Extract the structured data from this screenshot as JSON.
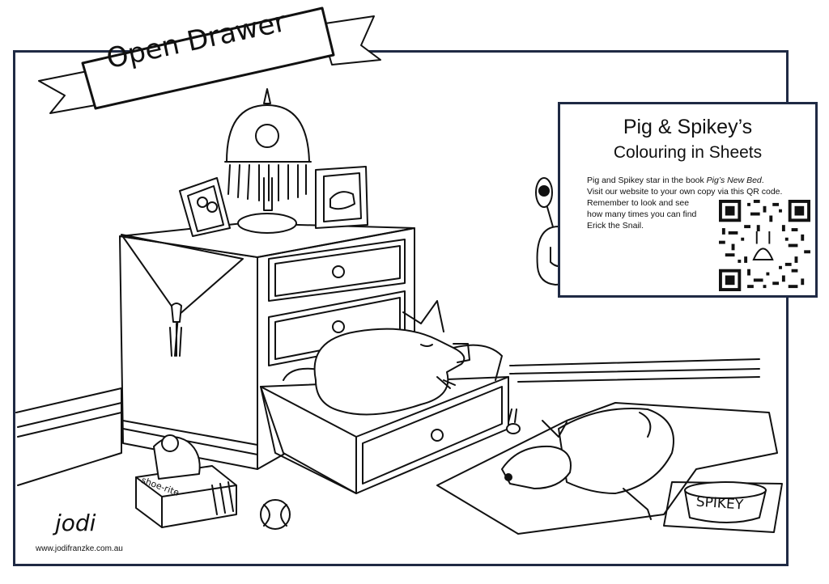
{
  "banner": {
    "title": "Open Drawer"
  },
  "info_box": {
    "title_line1": "Pig & Spikey’s",
    "title_line2": "Colouring in Sheets",
    "body_line1_a": "Pig and Spikey star in the book ",
    "body_line1_book": "Pig’s New Bed",
    "body_line1_b": ".",
    "body_line2": "Visit our website to your own copy via this QR code.",
    "body_line3": "Remember to look and see",
    "body_line4": "how many times you can find",
    "body_line5": "Erick the Snail."
  },
  "labels": {
    "bowl": "SPIKEY",
    "shoebox": "shoe-rite"
  },
  "signature": "jodi",
  "footer": {
    "website": "www.jodifranzke.com.au"
  },
  "colors": {
    "frame": "#1f2a44",
    "ink": "#111111",
    "paper": "#ffffff"
  },
  "icons": [
    "lamp-icon",
    "picture-frame-icon",
    "pig-icon",
    "dog-icon",
    "snail-icon",
    "tennis-ball-icon",
    "qr-code-icon"
  ]
}
